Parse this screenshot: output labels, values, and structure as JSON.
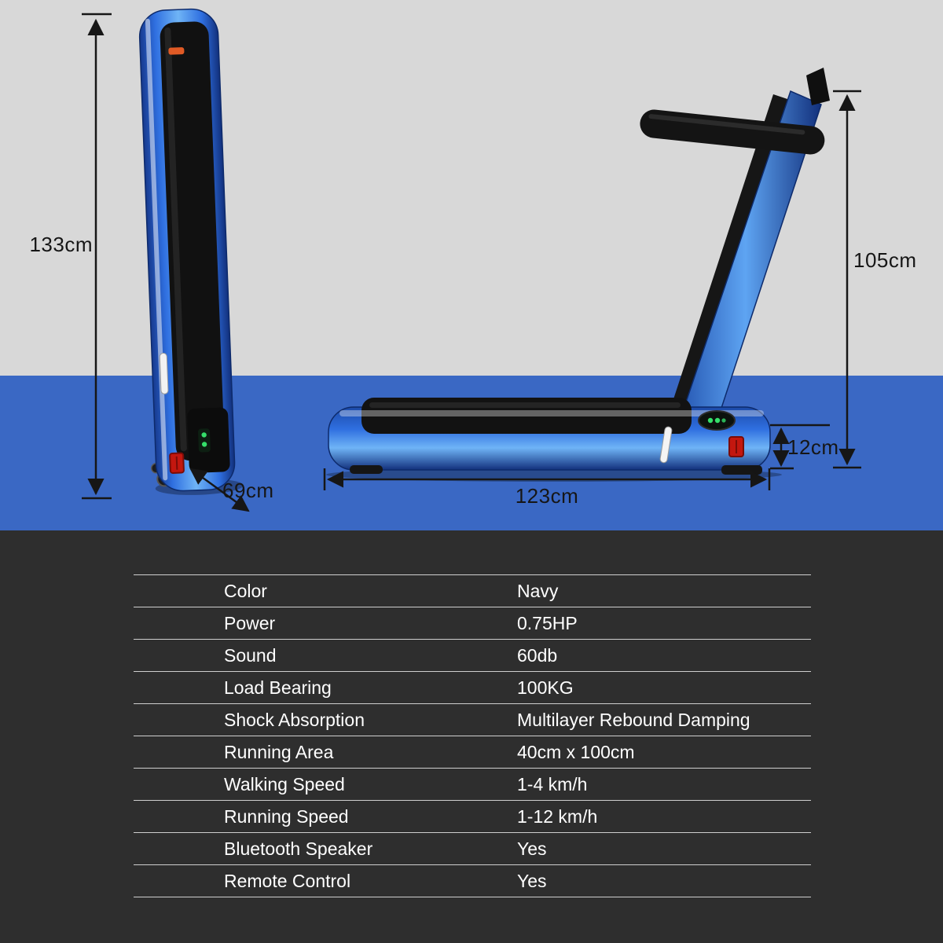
{
  "product_diagram": {
    "dimensions": {
      "folded_height": "133cm",
      "folded_depth": "69cm",
      "standing_height": "105cm",
      "deck_height": "12cm",
      "length": "123cm"
    },
    "colors": {
      "accent_blue": "#3a68c4",
      "background_light": "#d8d8d8",
      "background_dark": "#2e2e2e",
      "treadmill_blue": "#2f6fe0",
      "power_switch_red": "#c3170f",
      "display_green": "#35e06a"
    }
  },
  "spec_table": {
    "rows": [
      {
        "label": "Color",
        "value": "Navy"
      },
      {
        "label": "Power",
        "value": "0.75HP"
      },
      {
        "label": "Sound",
        "value": "60db"
      },
      {
        "label": "Load Bearing",
        "value": "100KG"
      },
      {
        "label": "Shock Absorption",
        "value": "Multilayer Rebound Damping"
      },
      {
        "label": "Running Area",
        "value": "40cm x 100cm"
      },
      {
        "label": "Walking Speed",
        "value": "1-4 km/h"
      },
      {
        "label": "Running Speed",
        "value": "1-12 km/h"
      },
      {
        "label": "Bluetooth Speaker",
        "value": "Yes"
      },
      {
        "label": "Remote Control",
        "value": "Yes"
      }
    ]
  }
}
